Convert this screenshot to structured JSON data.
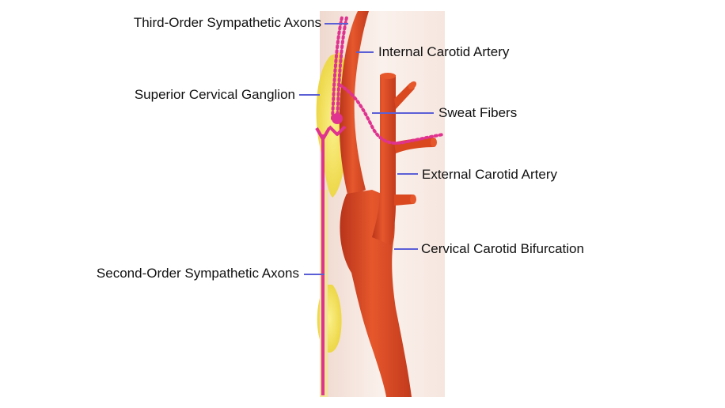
{
  "labels": {
    "third_order_axons": "Third-Order Sympathetic Axons",
    "internal_carotid": "Internal Carotid Artery",
    "superior_cervical_ganglion": "Superior Cervical Ganglion",
    "sweat_fibers": "Sweat Fibers",
    "external_carotid": "External Carotid Artery",
    "cervical_carotid_bifurcation": "Cervical Carotid Bifurcation",
    "second_order_axons": "Second-Order Sympathetic Axons"
  },
  "colors": {
    "artery": "#d9481f",
    "artery_dark": "#b8341a",
    "ganglion": "#f4e04a",
    "nerve": "#e0328f",
    "leader_line": "#5b5fd6",
    "tissue": "#f8ece6"
  }
}
